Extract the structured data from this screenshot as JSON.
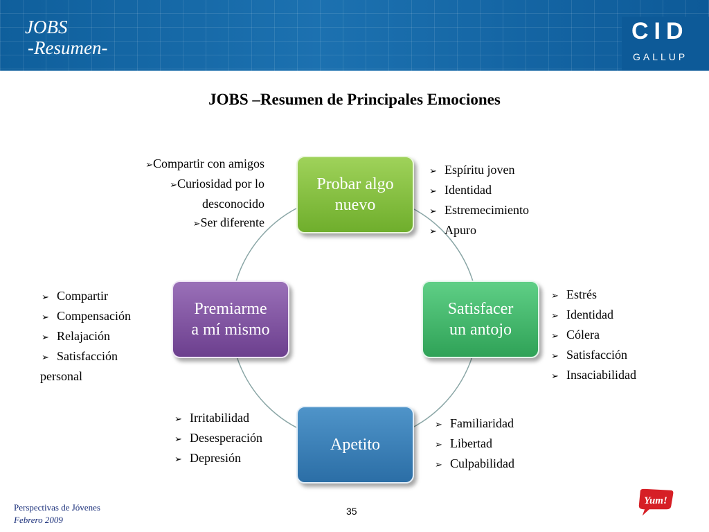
{
  "header": {
    "title_line1": "JOBS",
    "title_line2": "-Resumen-",
    "logo_main": "CID",
    "logo_sub": "GALLUP",
    "colors": {
      "header_blue": "#1c71b0"
    }
  },
  "slide": {
    "title": "JOBS –Resumen de Principales Emociones"
  },
  "cycle": {
    "nodes": [
      {
        "id": "top",
        "label_lines": [
          "Probar algo",
          "nuevo"
        ],
        "color": "#7dbb3a"
      },
      {
        "id": "right",
        "label_lines": [
          "Satisfacer",
          "un antojo"
        ],
        "color": "#3db868"
      },
      {
        "id": "bottom",
        "label_lines": [
          "Apetito"
        ],
        "color": "#3b82bb"
      },
      {
        "id": "left",
        "label_lines": [
          "Premiarme",
          "a mí mismo"
        ],
        "color": "#7f54a3"
      }
    ],
    "lists": {
      "top_left": [
        "Compartir con amigos",
        "Curiosidad por lo",
        "desconocido",
        "Ser diferente"
      ],
      "top_right": [
        "Espíritu joven",
        "Identidad",
        "Estremecimiento",
        "Apuro"
      ],
      "right": [
        "Estrés",
        "Identidad",
        "Cólera",
        "Satisfacción",
        "Insaciabilidad"
      ],
      "bottom_right": [
        "Familiaridad",
        "Libertad",
        "Culpabilidad"
      ],
      "bottom_left": [
        "Irritabilidad",
        "Desesperación",
        "Depresión"
      ],
      "left": [
        "Compartir",
        "Compensación",
        "Relajación",
        "Satisfacción",
        "personal"
      ]
    }
  },
  "footer": {
    "line1": "Perspectivas de Jóvenes",
    "line2": "Febrero 2009",
    "page_number": "35",
    "yum_logo": "Yum!"
  }
}
